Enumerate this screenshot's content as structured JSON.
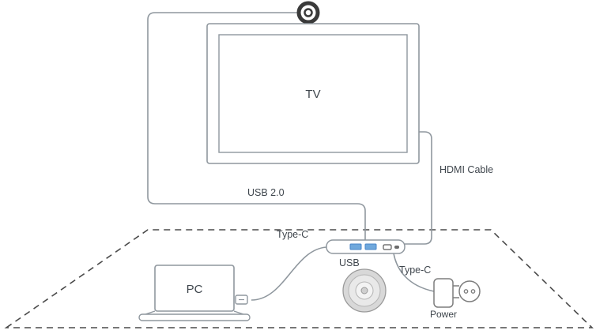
{
  "diagram": {
    "labels": {
      "tv": "TV",
      "pc": "PC",
      "usb2": "USB 2.0",
      "hdmi": "HDMI Cable",
      "typec_hub": "Type-C",
      "usb_speaker": "USB",
      "typec_power": "Type-C",
      "power": "Power"
    },
    "colors": {
      "cable": "#8f979e",
      "device_outline": "#8f979e",
      "camera_ring": "#3a3a3a",
      "usb_port_blue": "#6fa8dc",
      "table_dash": "#4a4a4a",
      "text": "#3f464d"
    }
  }
}
